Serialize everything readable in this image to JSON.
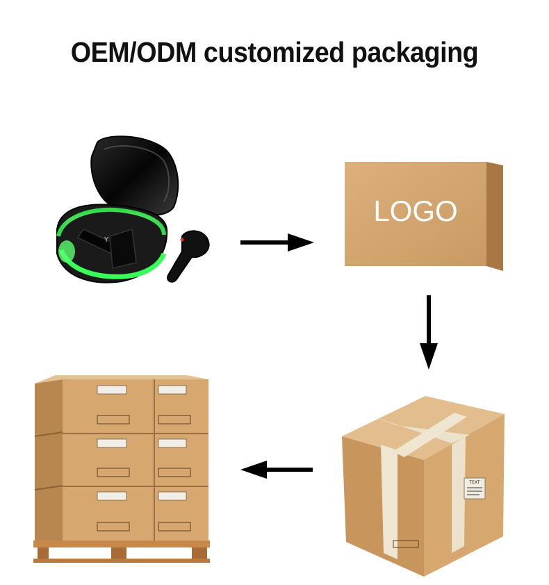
{
  "title": "OEM/ODM customized packaging",
  "steps": [
    {
      "name": "earbuds-product",
      "image": "earbuds-with-charging-case"
    },
    {
      "name": "logo-box",
      "label": "LOGO"
    },
    {
      "name": "shipping-carton",
      "sticker_text": "TEXT"
    },
    {
      "name": "palletized-cartons"
    }
  ],
  "arrows": [
    "arrow-right",
    "arrow-down",
    "arrow-left"
  ],
  "colors": {
    "cardboard": "#d4a774",
    "cardboard_dark": "#b88652",
    "cardboard_light": "#e1bc8f",
    "glow": "#39ff5a",
    "case": "#151515",
    "arrow": "#000000"
  }
}
